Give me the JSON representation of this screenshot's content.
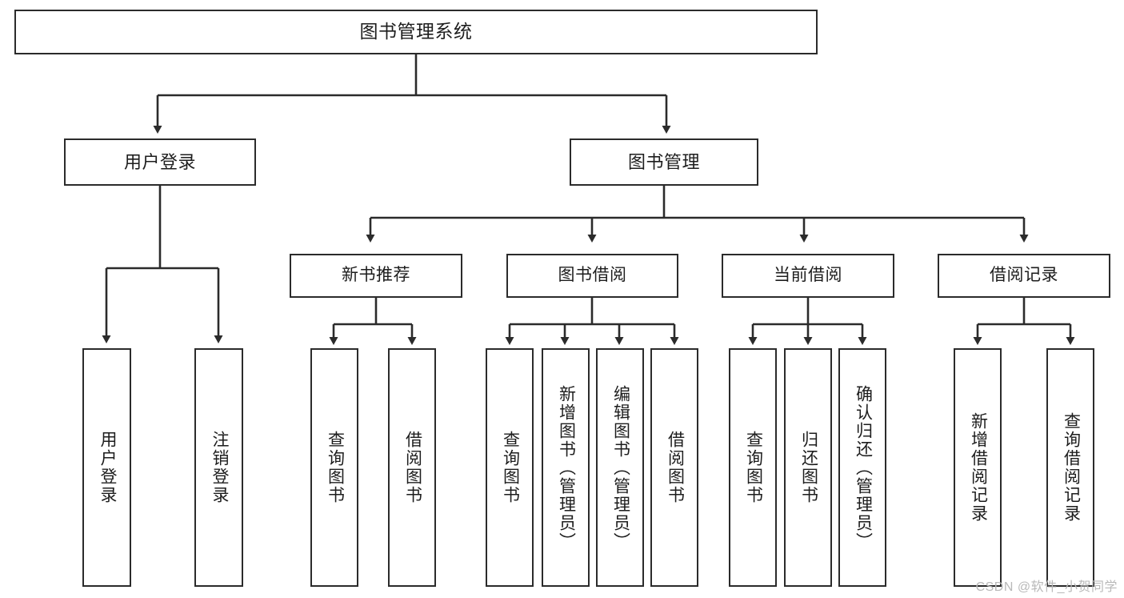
{
  "diagram": {
    "title": "图书管理系统",
    "type": "hierarchy-tree",
    "stroke_color": "#2b2b2b",
    "fill_color": "#ffffff",
    "text_color": "#1d1d1d",
    "root": {
      "label": "图书管理系统"
    },
    "level1": [
      {
        "label": "用户登录"
      },
      {
        "label": "图书管理"
      }
    ],
    "level2": [
      {
        "label": "新书推荐"
      },
      {
        "label": "图书借阅"
      },
      {
        "label": "当前借阅"
      },
      {
        "label": "借阅记录"
      }
    ],
    "leaves": {
      "user_login": [
        {
          "label": "用户登录"
        },
        {
          "label": "注销登录"
        }
      ],
      "new_book_recommend": [
        {
          "label": "查询图书"
        },
        {
          "label": "借阅图书"
        }
      ],
      "book_borrow": [
        {
          "label": "查询图书"
        },
        {
          "label": "新增图书（管理员）"
        },
        {
          "label": "编辑图书（管理员）"
        },
        {
          "label": "借阅图书"
        }
      ],
      "current_borrow": [
        {
          "label": "查询图书"
        },
        {
          "label": "归还图书"
        },
        {
          "label": "确认归还（管理员）"
        }
      ],
      "borrow_record": [
        {
          "label": "新增借阅记录"
        },
        {
          "label": "查询借阅记录"
        }
      ]
    }
  },
  "watermark": {
    "text": "CSDN @软件_小贺同学"
  }
}
